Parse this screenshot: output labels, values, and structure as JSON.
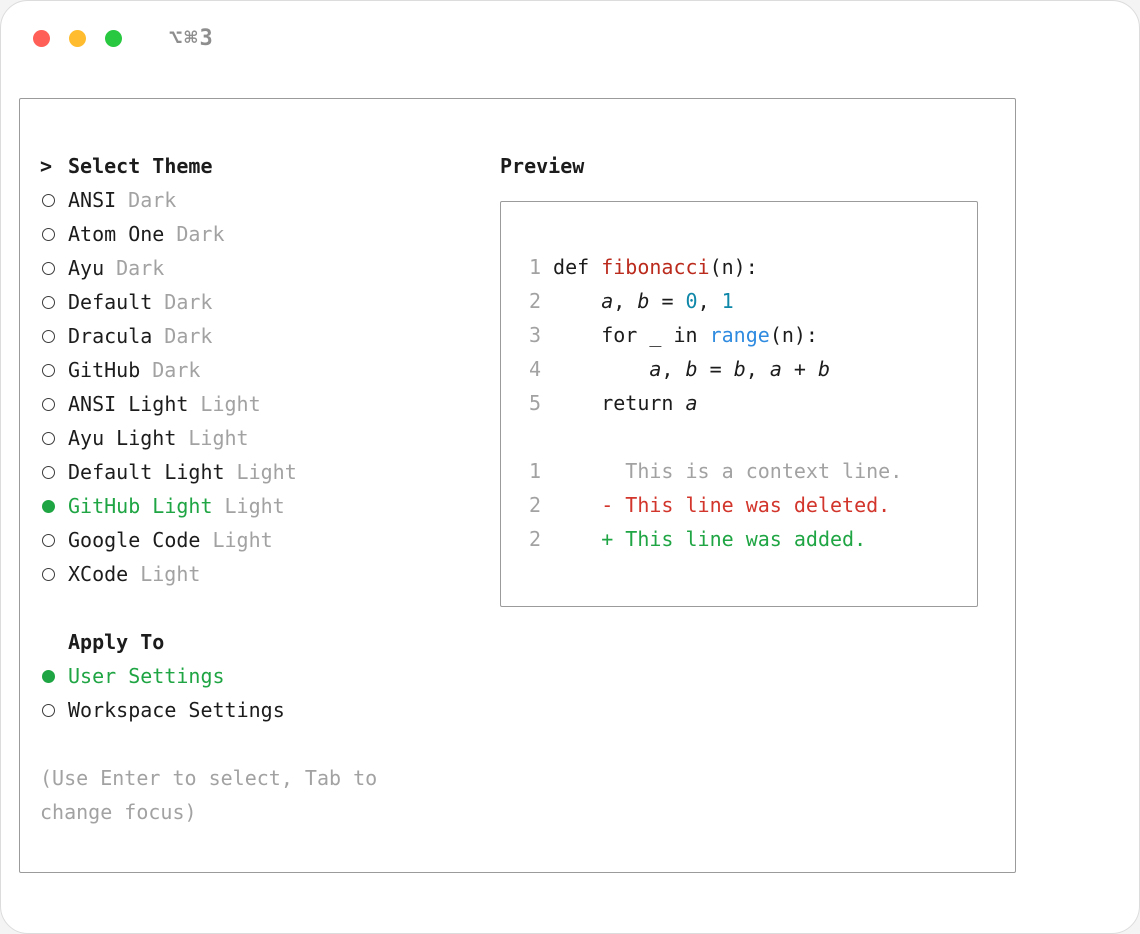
{
  "window": {
    "shortcut_label": "⌥⌘3"
  },
  "theme_selector": {
    "prompt": ">",
    "header": "Select Theme",
    "items": [
      {
        "name": "ANSI",
        "variant": "Dark",
        "selected": false
      },
      {
        "name": "Atom One",
        "variant": "Dark",
        "selected": false
      },
      {
        "name": "Ayu",
        "variant": "Dark",
        "selected": false
      },
      {
        "name": "Default",
        "variant": "Dark",
        "selected": false
      },
      {
        "name": "Dracula",
        "variant": "Dark",
        "selected": false
      },
      {
        "name": "GitHub",
        "variant": "Dark",
        "selected": false
      },
      {
        "name": "ANSI Light",
        "variant": "Light",
        "selected": false
      },
      {
        "name": "Ayu Light",
        "variant": "Light",
        "selected": false
      },
      {
        "name": "Default Light",
        "variant": "Light",
        "selected": false
      },
      {
        "name": "GitHub Light",
        "variant": "Light",
        "selected": true
      },
      {
        "name": "Google Code",
        "variant": "Light",
        "selected": false
      },
      {
        "name": "XCode",
        "variant": "Light",
        "selected": false
      }
    ]
  },
  "apply_to": {
    "header": "Apply To",
    "options": [
      {
        "label": "User Settings",
        "selected": true
      },
      {
        "label": "Workspace Settings",
        "selected": false
      }
    ]
  },
  "hint": "(Use Enter to select, Tab to change focus)",
  "preview": {
    "header": "Preview",
    "lines": [
      {
        "num": "1",
        "segments": [
          {
            "text": "def ",
            "style": "plain"
          },
          {
            "text": "fibonacci",
            "style": "function"
          },
          {
            "text": "(n):",
            "style": "plain"
          }
        ]
      },
      {
        "num": "2",
        "segments": [
          {
            "text": "    ",
            "style": "plain"
          },
          {
            "text": "a",
            "style": "variable"
          },
          {
            "text": ", ",
            "style": "plain"
          },
          {
            "text": "b",
            "style": "variable"
          },
          {
            "text": " = ",
            "style": "plain"
          },
          {
            "text": "0",
            "style": "number"
          },
          {
            "text": ", ",
            "style": "plain"
          },
          {
            "text": "1",
            "style": "number"
          }
        ]
      },
      {
        "num": "3",
        "segments": [
          {
            "text": "    for _ in ",
            "style": "plain"
          },
          {
            "text": "range",
            "style": "builtin"
          },
          {
            "text": "(n):",
            "style": "plain"
          }
        ]
      },
      {
        "num": "4",
        "segments": [
          {
            "text": "        ",
            "style": "plain"
          },
          {
            "text": "a",
            "style": "variable"
          },
          {
            "text": ", ",
            "style": "plain"
          },
          {
            "text": "b",
            "style": "variable"
          },
          {
            "text": " = ",
            "style": "plain"
          },
          {
            "text": "b",
            "style": "variable"
          },
          {
            "text": ", ",
            "style": "plain"
          },
          {
            "text": "a",
            "style": "variable"
          },
          {
            "text": " + ",
            "style": "plain"
          },
          {
            "text": "b",
            "style": "variable"
          }
        ]
      },
      {
        "num": "5",
        "segments": [
          {
            "text": "    return ",
            "style": "plain"
          },
          {
            "text": "a",
            "style": "variable"
          }
        ]
      },
      {
        "num": "",
        "segments": []
      },
      {
        "num": "1",
        "segments": [
          {
            "text": "      This is a context line.",
            "style": "context"
          }
        ]
      },
      {
        "num": "2",
        "segments": [
          {
            "text": "    - This line was deleted.",
            "style": "deleted"
          }
        ]
      },
      {
        "num": "2",
        "segments": [
          {
            "text": "    + This line was added.",
            "style": "added"
          }
        ]
      }
    ]
  },
  "colors": {
    "accent_green": "#1fa543",
    "function_red": "#bb2b1d",
    "deleted_red": "#d2352b",
    "number_teal": "#0f87a8",
    "builtin_blue": "#2f8be0",
    "muted_gray": "#a2a2a2",
    "text_black": "#1c1c1c",
    "traffic_red": "#ff5f57",
    "traffic_yellow": "#febc2e",
    "traffic_green": "#28c840"
  }
}
